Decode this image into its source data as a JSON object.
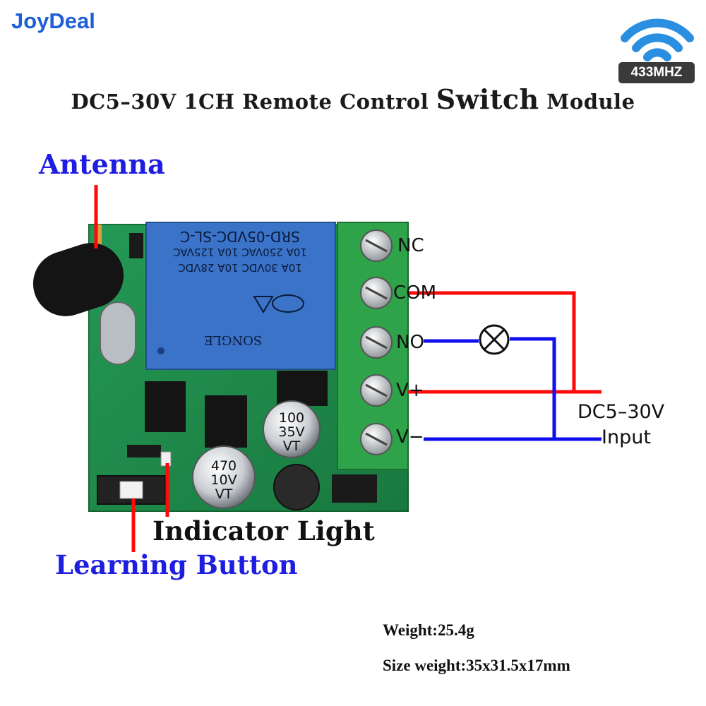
{
  "brand": "JoyDeal",
  "badge": {
    "label": "433MHZ",
    "icon": "wifi-icon",
    "color": "#2a8fe0"
  },
  "title": {
    "part1": "DC5–30V 1CH Remote Control ",
    "emphasis": "Switch",
    "part2": " Module"
  },
  "labels": {
    "antenna": "Antenna",
    "indicator_light": "Indicator Light",
    "learning_button": "Learning Button"
  },
  "relay": {
    "line1": "SRD-05VDC-SL-C",
    "line2": "10A 250VAC  10A 125VAC",
    "line3": "10A 30VDC  10A 28VDC",
    "brand": "SONGLE"
  },
  "capacitors": {
    "large": {
      "l1": "100",
      "l2": "35V",
      "l3": "VT"
    },
    "small": {
      "l1": "470",
      "l2": "10V",
      "l3": "VT"
    }
  },
  "terminals": {
    "nc": "NC",
    "com": "COM",
    "no": "NO",
    "v_plus": "V+",
    "v_minus": "V−"
  },
  "input": {
    "line1": "DC5–30V",
    "line2": "Input"
  },
  "specs": {
    "weight": "Weight:25.4g",
    "size": "Size weight:35x31.5x17mm"
  },
  "colors": {
    "wire_positive": "#ff0a0a",
    "wire_negative": "#1010ee",
    "pcb": "#1f8a4a",
    "terminal_block": "#2fa34a",
    "relay": "#3a73c8",
    "label_blue": "#1d1ee0"
  }
}
